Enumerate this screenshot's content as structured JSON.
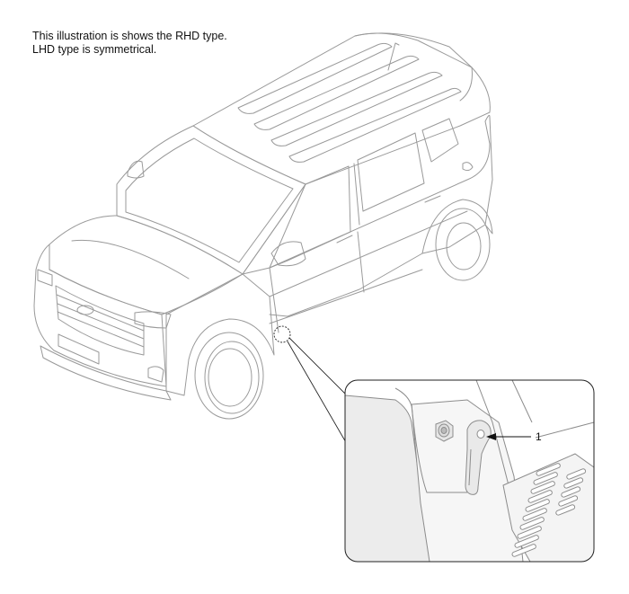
{
  "note": {
    "line1": "This illustration is shows the RHD type.",
    "line2": "LHD type is symmetrical."
  },
  "callouts": [
    {
      "label": "1"
    }
  ]
}
